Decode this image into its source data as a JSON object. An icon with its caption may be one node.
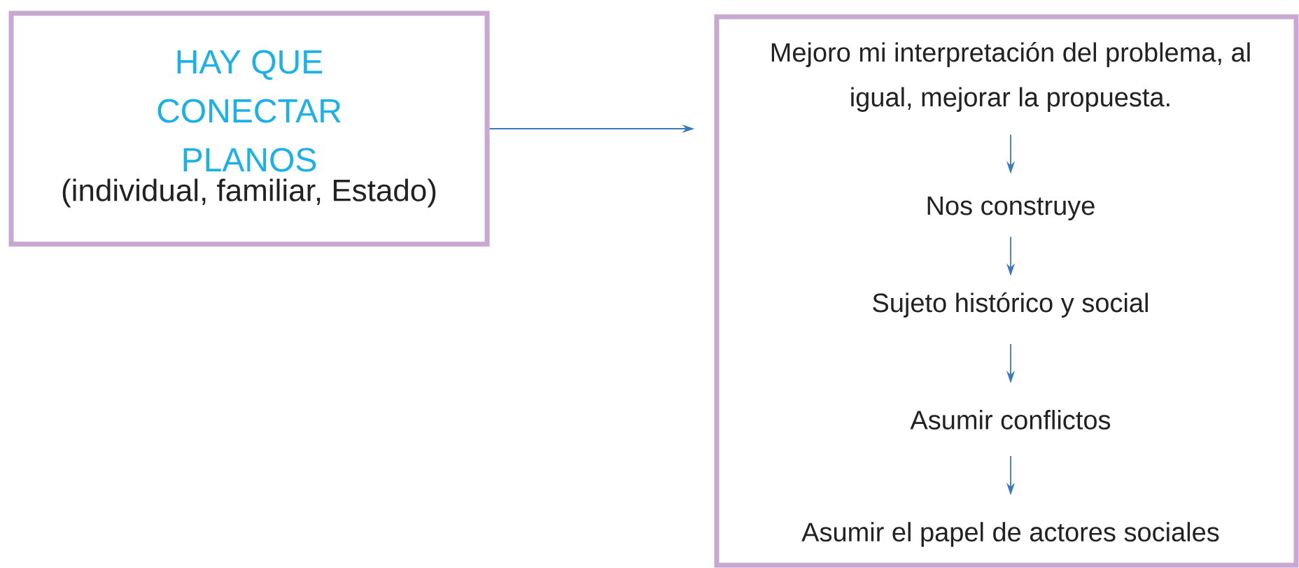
{
  "diagram": {
    "nodes": [
      {
        "text": [
          "HAY QUE CONECTAR PLANOS",
          "(individual, familiar, Estado)"
        ]
      },
      {
        "text": [],
        "shape": "box"
      },
      {
        "text": [
          "Mejoro mi interpretación del problema, al igual, mejorar la propuesta."
        ],
        "in": 1
      },
      {
        "text": [
          "Nos construye"
        ],
        "in": 1
      },
      {
        "text": [
          "Sujeto histórico y social"
        ],
        "in": 1
      },
      {
        "text": [
          "Asumir conflictos"
        ],
        "in": 1
      },
      {
        "text": [
          "Asumir el papel de actores sociales"
        ],
        "in": 1
      }
    ],
    "edges": [
      {
        "from": 0,
        "to": 1,
        "arrow": "to"
      },
      {
        "from": 2,
        "to": 3,
        "arrow": "to"
      },
      {
        "from": 3,
        "to": 4,
        "arrow": "to"
      },
      {
        "from": 4,
        "to": 5,
        "arrow": "to"
      },
      {
        "from": 5,
        "to": 6,
        "arrow": "to"
      }
    ]
  }
}
